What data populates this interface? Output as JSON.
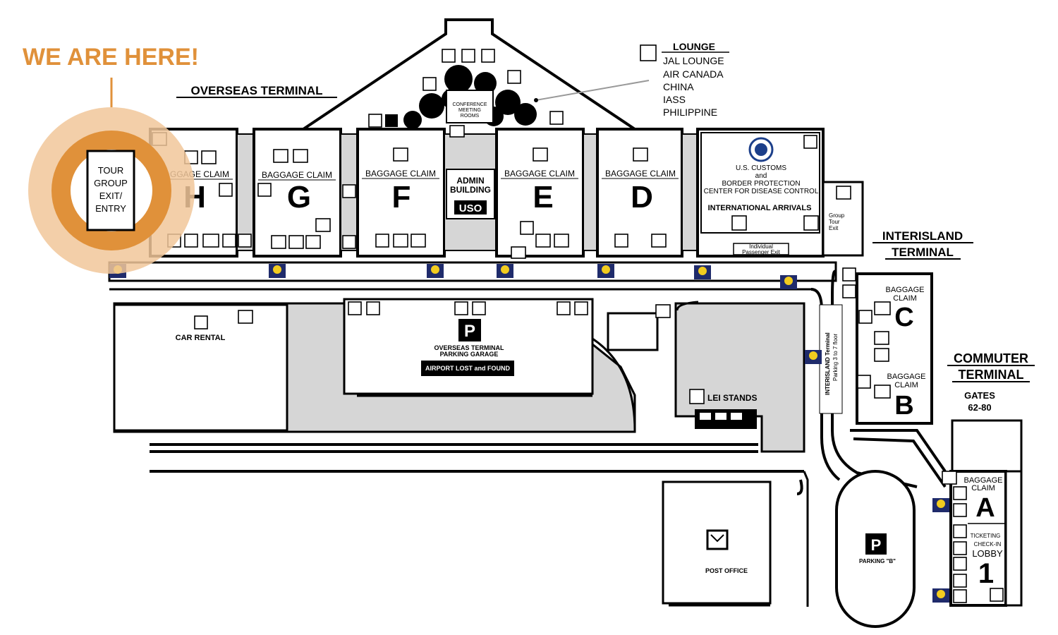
{
  "callout": {
    "we_are_here": "WE ARE HERE!",
    "tour_group_exit_entry": [
      "TOUR",
      "GROUP",
      "EXIT/",
      "ENTRY"
    ]
  },
  "terminals": {
    "overseas": "OVERSEAS TERMINAL",
    "interisland": [
      "INTERISLAND",
      "TERMINAL"
    ],
    "commuter": [
      "COMMUTER",
      "TERMINAL"
    ],
    "commuter_gates": [
      "GATES",
      "62-80"
    ]
  },
  "lounge": {
    "title": "LOUNGE",
    "items": [
      "JAL LOUNGE",
      "AIR CANADA",
      "CHINA",
      "IASS",
      "PHILIPPINE"
    ]
  },
  "conference": [
    "CONFERENCE",
    "MEETING",
    "ROOMS"
  ],
  "baggage_claim_label": "BAGGAGE CLAIM",
  "baggage_claim_two_line": [
    "BAGGAGE",
    "CLAIM"
  ],
  "claims": [
    "H",
    "G",
    "F",
    "E",
    "D"
  ],
  "interisland_claims": [
    "C",
    "B"
  ],
  "commuter_claim": "A",
  "admin_building": [
    "ADMIN",
    "BUILDING"
  ],
  "uso": "USO",
  "customs": {
    "lines": [
      "U.S. CUSTOMS",
      "and",
      "BORDER PROTECTION",
      "CENTER FOR DISEASE CONTROL"
    ],
    "international_arrivals": "INTERNATIONAL ARRIVALS",
    "individual_exit": [
      "Individual",
      "Passenger Exit"
    ],
    "group_tour_exit": [
      "Group",
      "Tour",
      "Exit"
    ]
  },
  "car_rental": "CAR RENTAL",
  "parking_garage": {
    "symbol": "P",
    "name": [
      "OVERSEAS TERMINAL",
      "PARKING GARAGE"
    ],
    "lost_found": "AIRPORT LOST and FOUND"
  },
  "lei_stands": "LEI STANDS",
  "interisland_parking": [
    "INTERISLAND Terminal",
    "Parking 3 to 7 floor"
  ],
  "post_office": "POST OFFICE",
  "parking_b": {
    "symbol": "P",
    "name": "PARKING \"B\""
  },
  "ticketing": [
    "TICKETING",
    "CHECK-IN"
  ],
  "lobby": {
    "label": "LOBBY",
    "number": "1"
  },
  "colors": {
    "highlight": "#e0913a",
    "highlight_light": "#f1c79a",
    "road_gray": "#d6d6d6",
    "stop_marker": "#f2cc1f"
  }
}
